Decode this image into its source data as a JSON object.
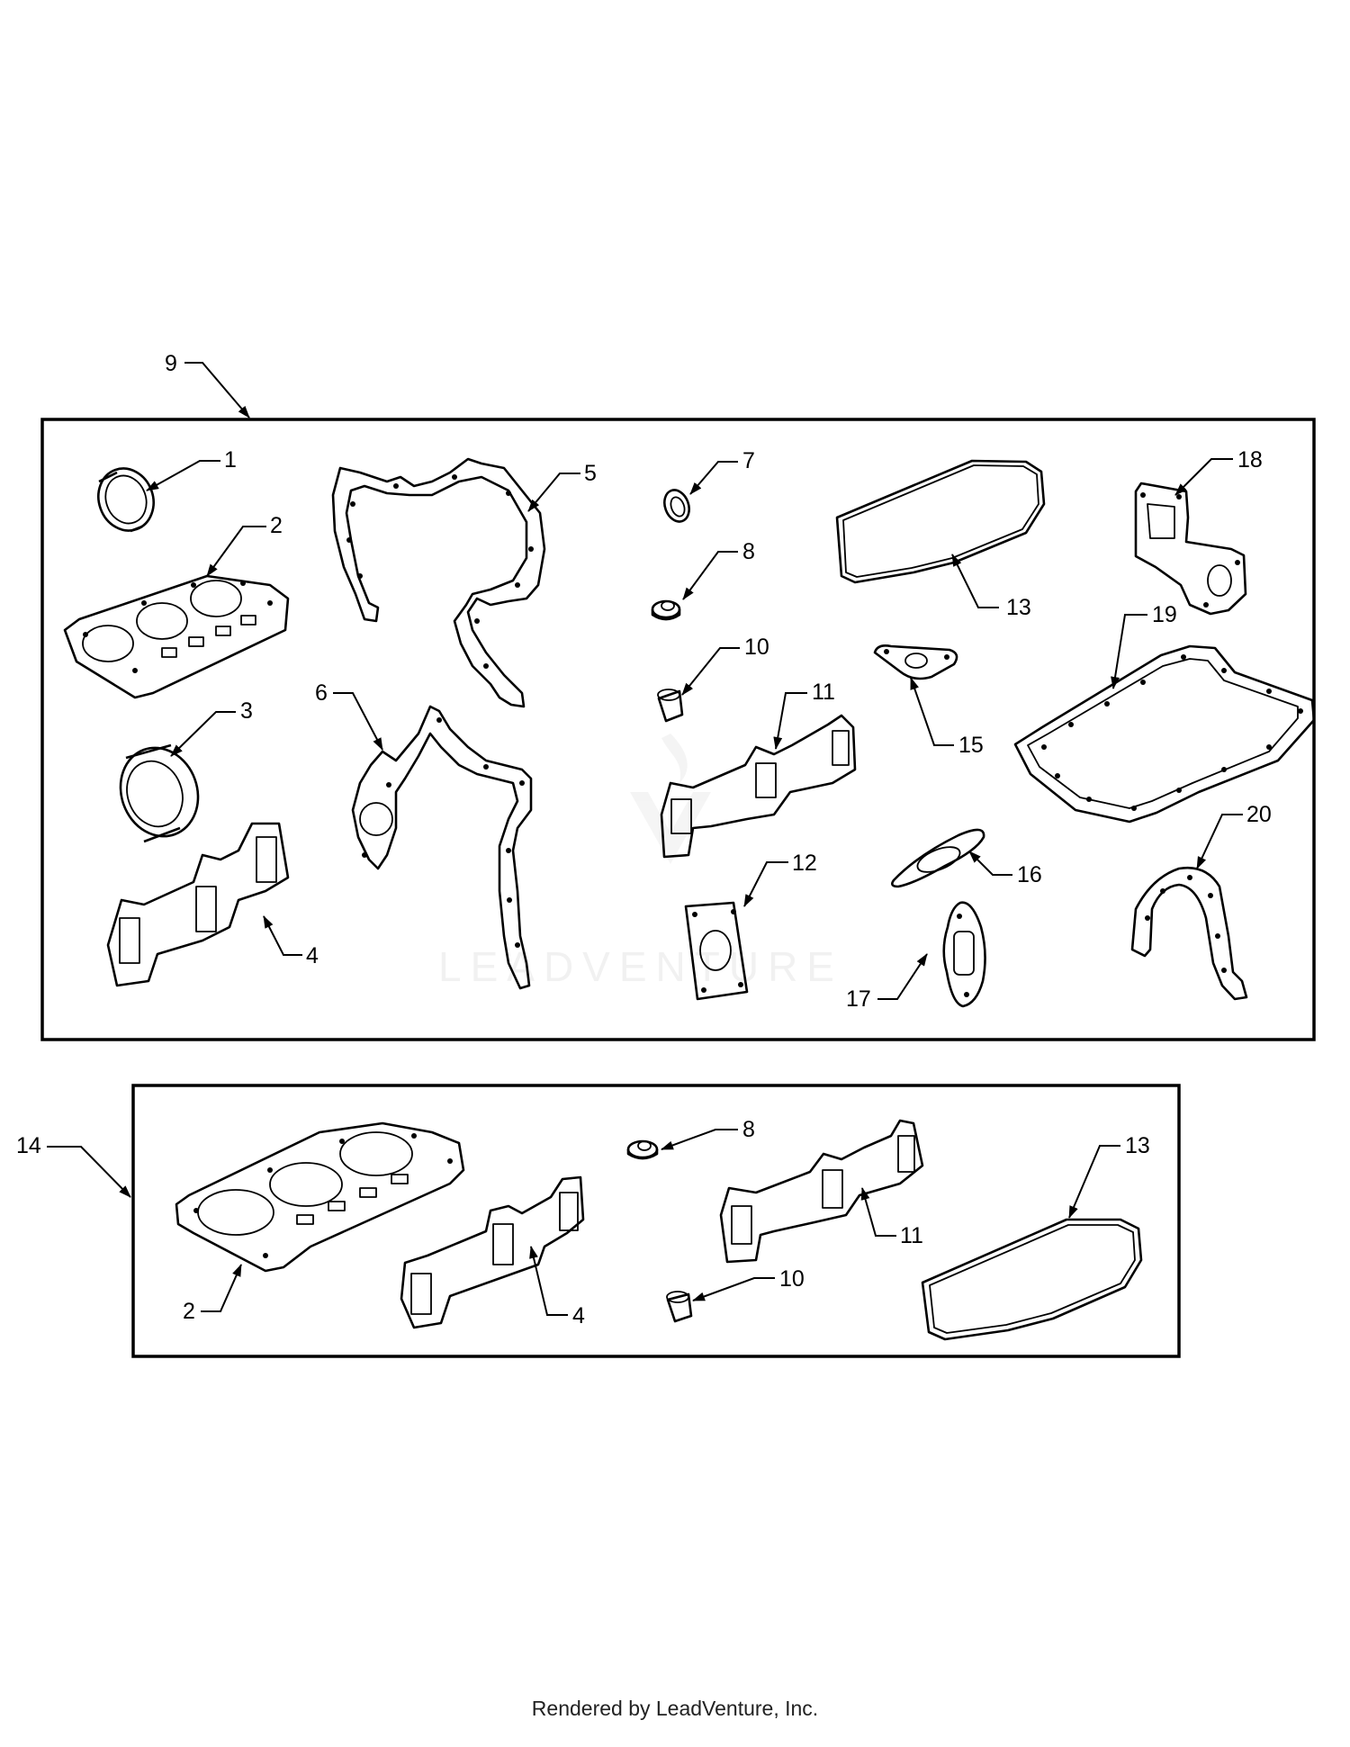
{
  "diagram": {
    "kit_top_label": "9",
    "kit_bottom_label": "14",
    "watermark": "LEADVENTURE",
    "top_callouts": {
      "c1": "1",
      "c2": "2",
      "c3": "3",
      "c4": "4",
      "c5": "5",
      "c6": "6",
      "c7": "7",
      "c8": "8",
      "c10": "10",
      "c11": "11",
      "c12": "12",
      "c13": "13",
      "c15": "15",
      "c16": "16",
      "c17": "17",
      "c18": "18",
      "c19": "19",
      "c20": "20"
    },
    "bottom_callouts": {
      "c2": "2",
      "c4": "4",
      "c8": "8",
      "c10": "10",
      "c11": "11",
      "c13": "13"
    }
  },
  "footer": {
    "text": "Rendered by LeadVenture, Inc."
  }
}
